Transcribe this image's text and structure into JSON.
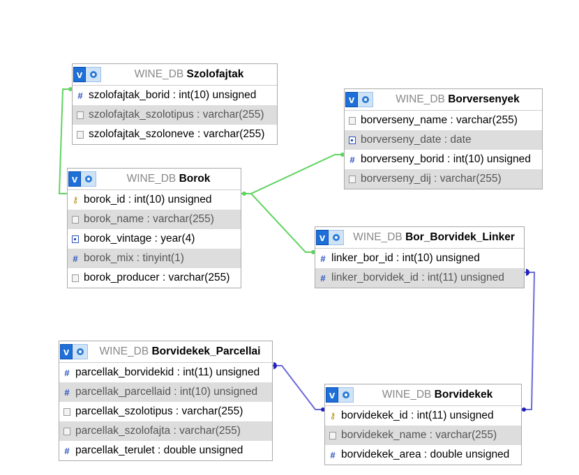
{
  "db": "WINE_DB",
  "tables": [
    {
      "id": "szolofajtak",
      "name": "Szolofajtak",
      "columns": [
        {
          "icon": "hash",
          "name": "szolofajtak_borid",
          "type": "int(10) unsigned"
        },
        {
          "icon": "txt",
          "name": "szolofajtak_szolotipus",
          "type": "varchar(255)"
        },
        {
          "icon": "txt",
          "name": "szolofajtak_szoloneve",
          "type": "varchar(255)"
        }
      ]
    },
    {
      "id": "borversenyek",
      "name": "Borversenyek",
      "columns": [
        {
          "icon": "txt",
          "name": "borverseny_name",
          "type": "varchar(255)"
        },
        {
          "icon": "date",
          "name": "borverseny_date",
          "type": "date"
        },
        {
          "icon": "hash",
          "name": "borverseny_borid",
          "type": "int(10) unsigned"
        },
        {
          "icon": "txt",
          "name": "borverseny_dij",
          "type": "varchar(255)"
        }
      ]
    },
    {
      "id": "borok",
      "name": "Borok",
      "columns": [
        {
          "icon": "key",
          "name": "borok_id",
          "type": "int(10) unsigned"
        },
        {
          "icon": "txt",
          "name": "borok_name",
          "type": "varchar(255)"
        },
        {
          "icon": "date",
          "name": "borok_vintage",
          "type": "year(4)"
        },
        {
          "icon": "hash",
          "name": "borok_mix",
          "type": "tinyint(1)"
        },
        {
          "icon": "txt",
          "name": "borok_producer",
          "type": "varchar(255)"
        }
      ]
    },
    {
      "id": "linker",
      "name": "Bor_Borvidek_Linker",
      "columns": [
        {
          "icon": "hash",
          "name": "linker_bor_id",
          "type": "int(10) unsigned"
        },
        {
          "icon": "hash",
          "name": "linker_borvidek_id",
          "type": "int(11) unsigned"
        }
      ]
    },
    {
      "id": "parcellai",
      "name": "Borvidekek_Parcellai",
      "columns": [
        {
          "icon": "hash",
          "name": "parcellak_borvidekid",
          "type": "int(11) unsigned"
        },
        {
          "icon": "hash",
          "name": "parcellak_parcellaid",
          "type": "int(10) unsigned"
        },
        {
          "icon": "txt",
          "name": "parcellak_szolotipus",
          "type": "varchar(255)"
        },
        {
          "icon": "txt",
          "name": "parcellak_szolofajta",
          "type": "varchar(255)"
        },
        {
          "icon": "hash",
          "name": "parcellak_terulet",
          "type": "double unsigned"
        }
      ]
    },
    {
      "id": "borvidekek",
      "name": "Borvidekek",
      "columns": [
        {
          "icon": "key",
          "name": "borvidekek_id",
          "type": "int(11) unsigned"
        },
        {
          "icon": "txt",
          "name": "borvidekek_name",
          "type": "varchar(255)"
        },
        {
          "icon": "hash",
          "name": "borvidekek_area",
          "type": "double unsigned"
        }
      ]
    }
  ],
  "colors": {
    "link_green": "#5fd35f",
    "link_blue": "#6a6ad8",
    "hdr_btn": "#1e6fd8"
  }
}
